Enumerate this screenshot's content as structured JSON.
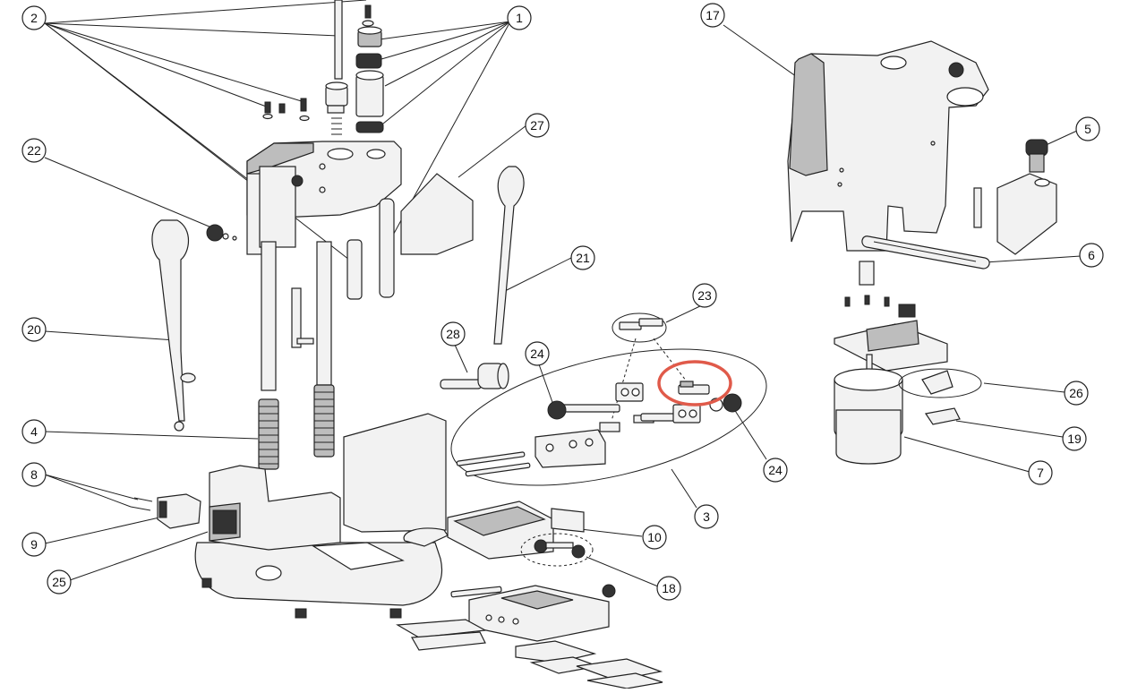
{
  "callouts": {
    "c1": "1",
    "c2": "2",
    "c3": "3",
    "c4": "4",
    "c5": "5",
    "c6": "6",
    "c7": "7",
    "c8": "8",
    "c9": "9",
    "c10": "10",
    "c17": "17",
    "c18": "18",
    "c19": "19",
    "c20": "20",
    "c21": "21",
    "c22": "22",
    "c23": "23",
    "c24a": "24",
    "c24b": "24",
    "c25": "25",
    "c26": "26",
    "c27": "27",
    "c28": "28"
  },
  "colors": {
    "line": "#222222",
    "part_fill": "#f2f2f2",
    "part_shade": "#bdbdbd",
    "highlight": "#e05a4a"
  }
}
